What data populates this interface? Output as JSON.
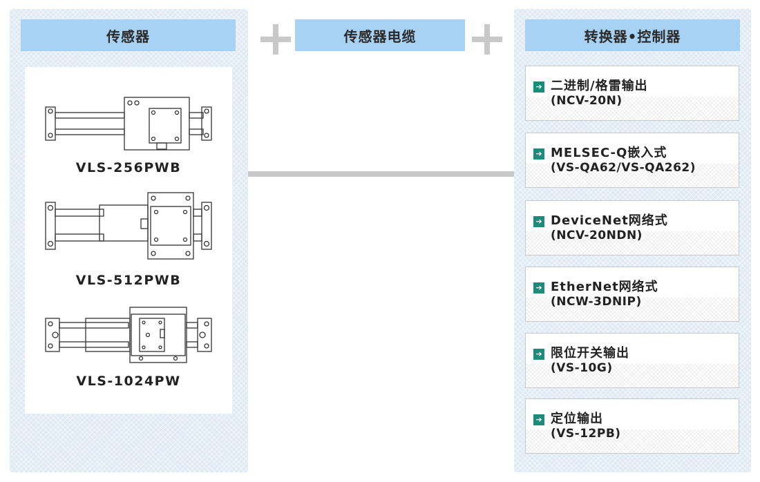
{
  "columns": {
    "sensor": {
      "title": "传感器"
    },
    "cable": {
      "title": "传感器电缆"
    },
    "converter": {
      "title": "转换器•控制器"
    }
  },
  "sensors": [
    {
      "model": "VLS-256PWB"
    },
    {
      "model": "VLS-512PWB"
    },
    {
      "model": "VLS-1024PW"
    }
  ],
  "converters": [
    {
      "icon": "arrow-right-icon",
      "title": "二进制/格雷输出",
      "model": "(NCV-20N)"
    },
    {
      "icon": "arrow-right-icon",
      "title": "MELSEC-Q嵌入式",
      "model": "(VS-QA62/VS-QA262)"
    },
    {
      "icon": "arrow-right-icon",
      "title": "DeviceNet网络式",
      "model": "(NCV-20NDN)"
    },
    {
      "icon": "arrow-right-icon",
      "title": "EtherNet网络式",
      "model": "(NCW-3DNIP)"
    },
    {
      "icon": "arrow-right-icon",
      "title": "限位开关输出",
      "model": "(VS-10G)"
    },
    {
      "icon": "arrow-right-icon",
      "title": "定位输出",
      "model": "(VS-12PB)"
    }
  ],
  "colors": {
    "header_bg": "#a8d2f4",
    "panel_bg": "#dfeaf4",
    "connector": "#c8c8c8",
    "arrow_bg": "#1e8a7a"
  }
}
